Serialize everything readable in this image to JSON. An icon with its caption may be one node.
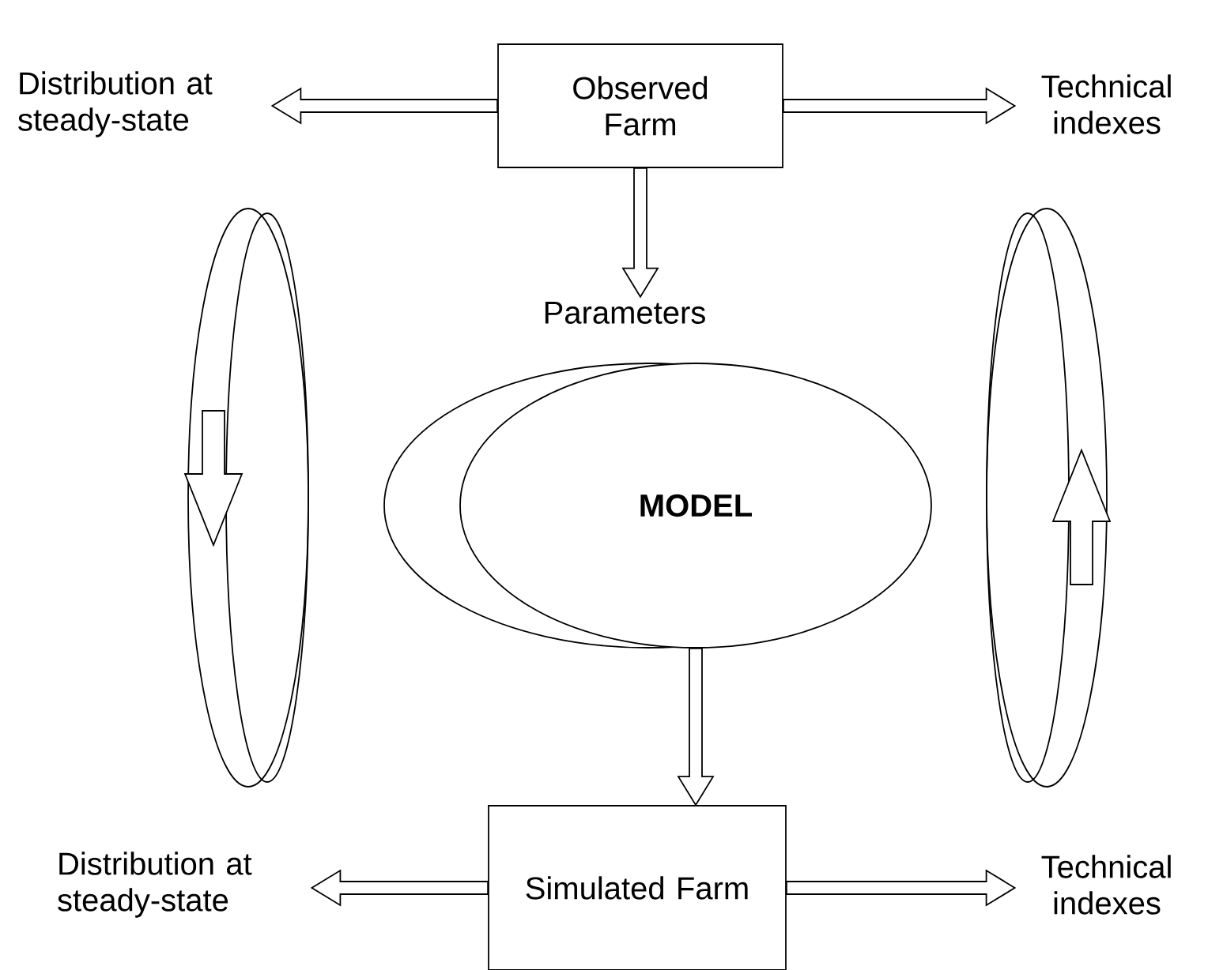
{
  "diagram": {
    "nodes": [
      {
        "text": [
          "Observed Farm"
        ]
      },
      {
        "text": [
          "Distribution at steady-state"
        ]
      },
      {
        "text": [
          "Technical indexes"
        ]
      },
      {
        "text": [
          "Parameters"
        ]
      },
      {
        "text": [
          "MODEL"
        ]
      },
      {
        "text": [
          "Simulated Farm"
        ]
      },
      {
        "text": [
          "Distribution at steady-state"
        ]
      },
      {
        "text": [
          "Technical indexes"
        ]
      }
    ],
    "edges": [
      {
        "from": 0,
        "to": 1,
        "arrow": "to"
      },
      {
        "from": 0,
        "to": 2,
        "arrow": "to"
      },
      {
        "from": 0,
        "to": 3,
        "arrow": "to"
      },
      {
        "from": 4,
        "to": 5,
        "arrow": "to"
      },
      {
        "from": 5,
        "to": 6,
        "arrow": "to"
      },
      {
        "from": 5,
        "to": 7,
        "arrow": "to"
      }
    ]
  }
}
